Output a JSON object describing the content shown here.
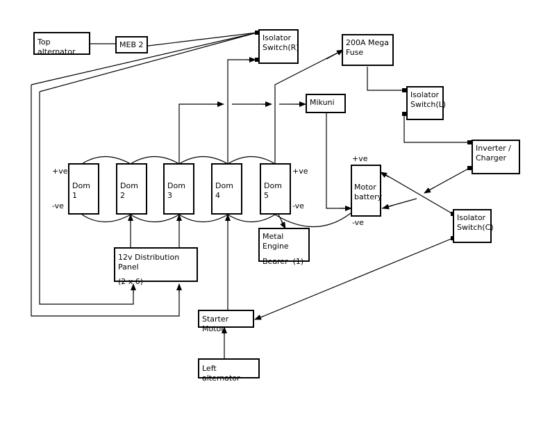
{
  "components": {
    "top_alternator": "Top alternator",
    "meb2": "MEB 2",
    "isolator_r": [
      "Isolator",
      "Switch(R)"
    ],
    "mega_fuse": [
      "200A Mega",
      "Fuse"
    ],
    "mikuni": "Mikuni",
    "isolator_l": [
      "Isolator",
      "Switch(L)"
    ],
    "inverter": [
      "Inverter /",
      "Charger"
    ],
    "dom1": "Dom 1",
    "dom2": "Dom 2",
    "dom3": "Dom 3",
    "dom4": "Dom 4",
    "dom5": "Dom 5",
    "motor_battery": [
      "Motor",
      "battery"
    ],
    "isolator_c": [
      "Isolator",
      "Switch(C)"
    ],
    "metal_engine_bearer": [
      "Metal Engine",
      "Bearer  (1)"
    ],
    "distribution_panel": [
      "12v Distribution Panel",
      "(2 x 6)"
    ],
    "starter_motor": "Starter Motor",
    "left_alternator": "Left alternator"
  },
  "terminal_labels": {
    "left_pos": "+ve",
    "left_neg": "-ve",
    "right_pos": "+ve",
    "right_neg": "-ve",
    "battery_pos": "+ve",
    "battery_neg": "-ve"
  }
}
